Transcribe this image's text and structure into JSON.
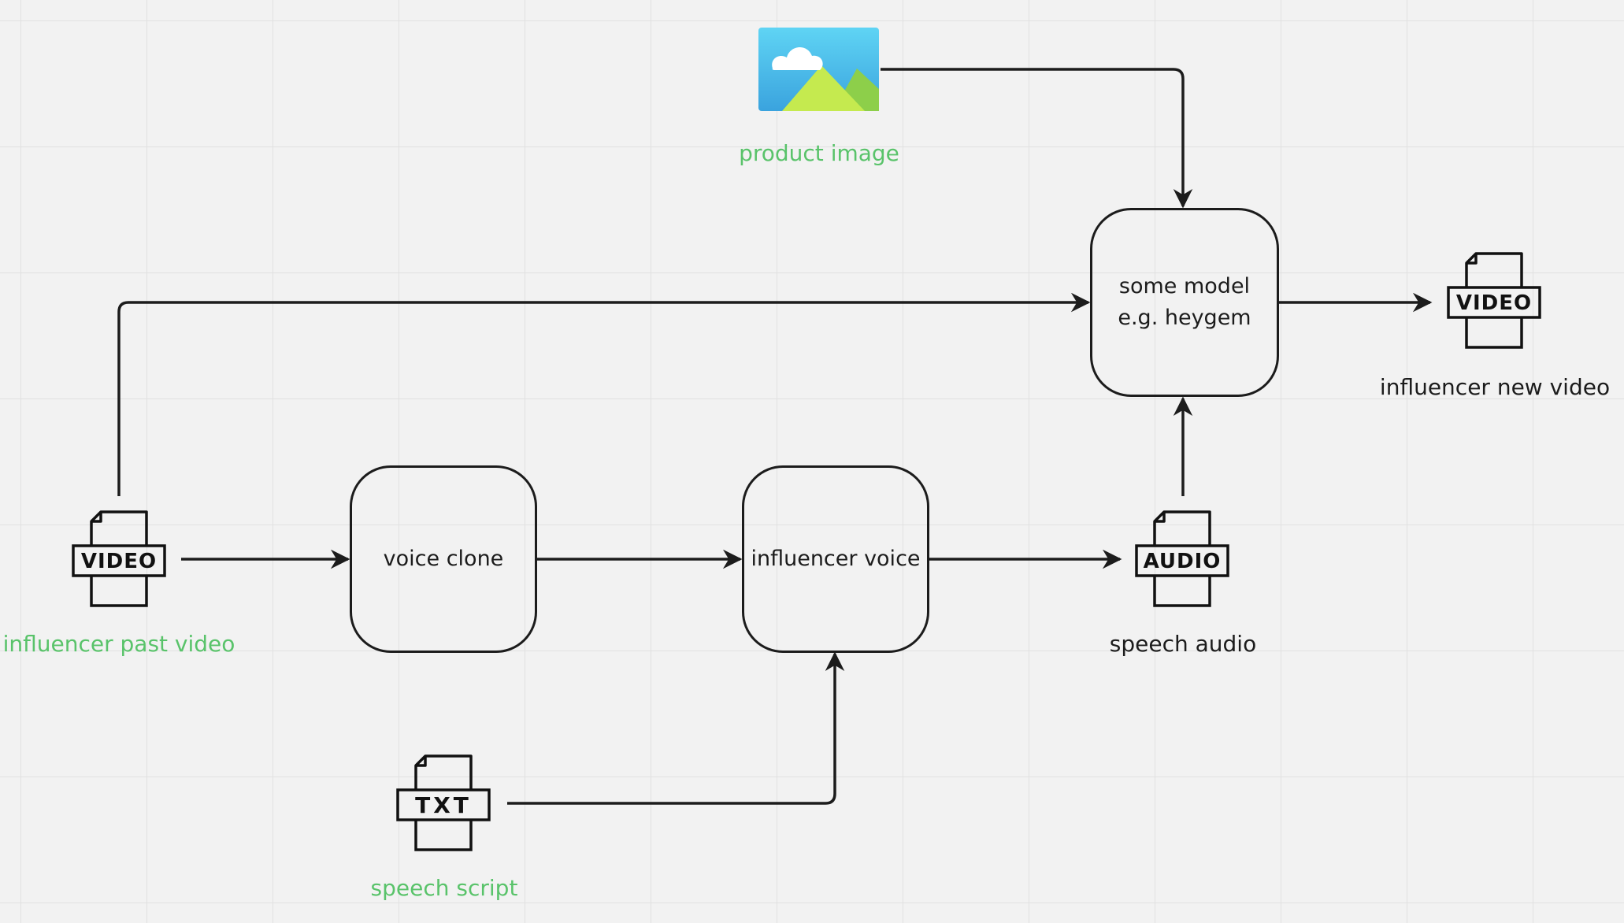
{
  "diagram": {
    "nodes": {
      "voice_clone": "voice clone",
      "influencer_voice": "influencer voice",
      "model_line1": "some model",
      "model_line2": "e.g. heygem"
    },
    "files": {
      "past_video_tag": "VIDEO",
      "speech_audio_tag": "AUDIO",
      "new_video_tag": "VIDEO",
      "speech_script_tag": "TXT"
    },
    "labels": {
      "product_image": "product image",
      "influencer_past_video": "influencer past video",
      "speech_audio": "speech audio",
      "influencer_new_video": "influencer new video",
      "speech_script": "speech script"
    },
    "colors": {
      "green_label": "#59c36a",
      "stroke": "#1c1c1c",
      "background": "#f2f2f2"
    },
    "icons": [
      "image-icon",
      "video-file-icon",
      "audio-file-icon",
      "txt-file-icon"
    ]
  }
}
